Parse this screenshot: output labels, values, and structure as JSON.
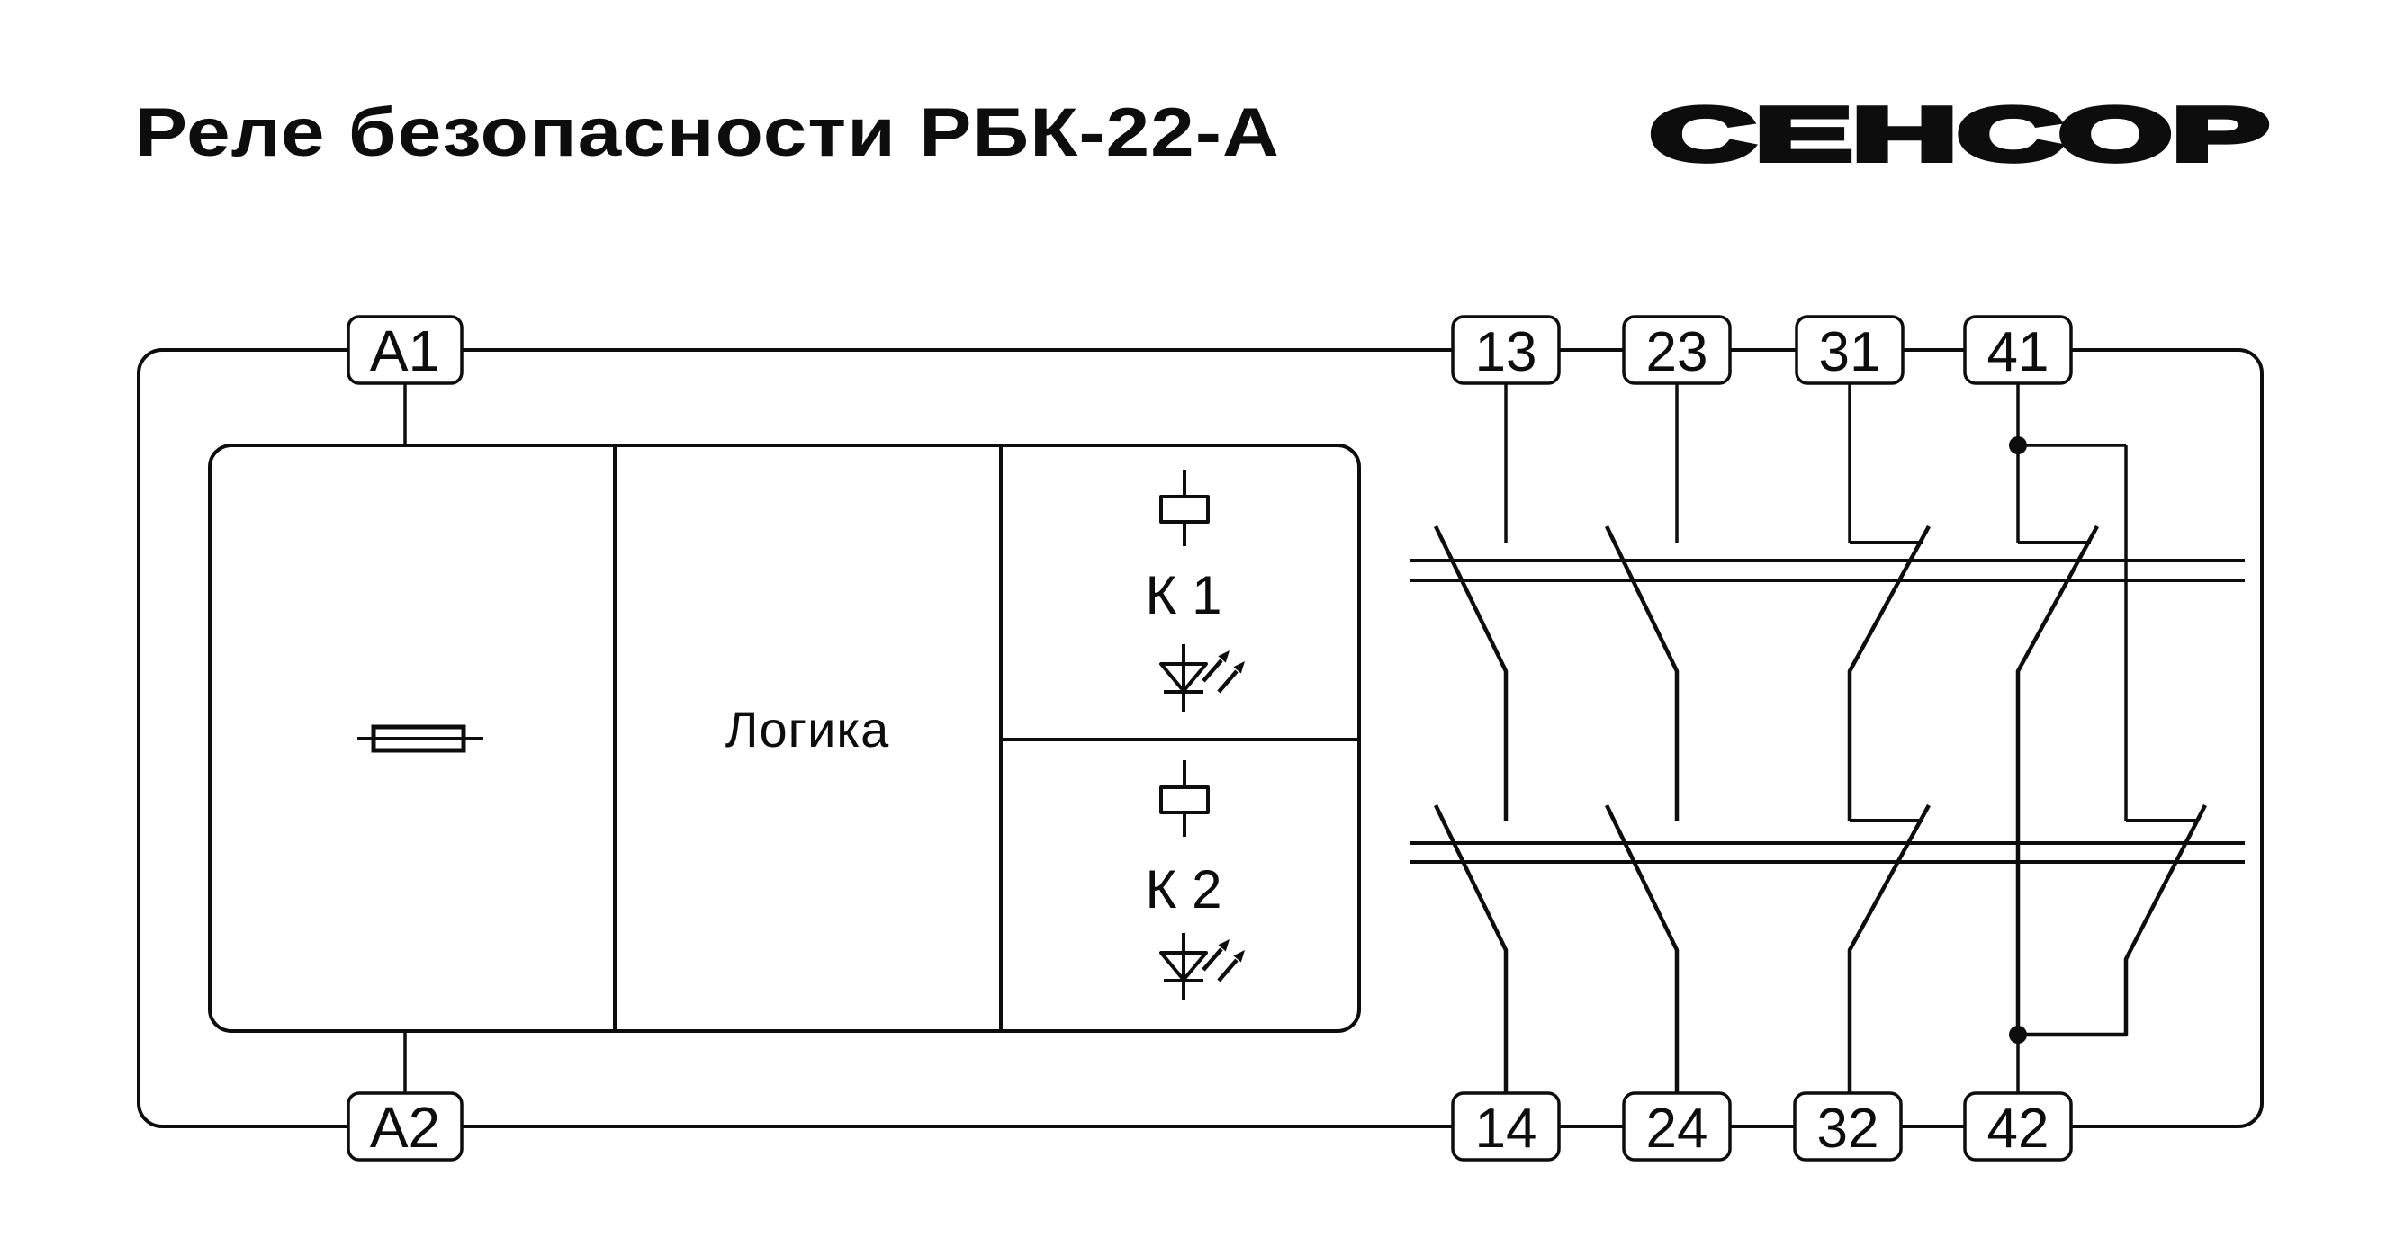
{
  "header": {
    "title": "Реле безопасности РБК-22-А",
    "logo": "СЕНСОР"
  },
  "device": {
    "logic_label": "Логика",
    "relay1_label": "К 1",
    "relay2_label": "К 2"
  },
  "terminals": {
    "a1": "A1",
    "a2": "A2",
    "top": [
      "13",
      "23",
      "31",
      "41"
    ],
    "bottom": [
      "14",
      "24",
      "32",
      "42"
    ]
  },
  "colors": {
    "ink": "#0d0d0d",
    "background": "#ffffff"
  }
}
